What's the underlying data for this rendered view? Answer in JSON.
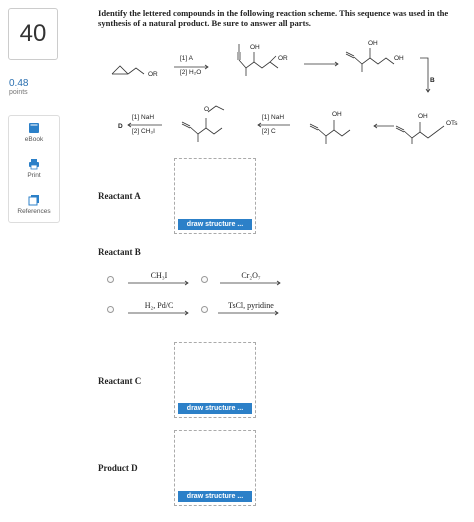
{
  "question": {
    "number": "40",
    "points_value": "0.48",
    "points_label": "points",
    "prompt": "Identify the lettered compounds in the following reaction scheme. This sequence was used in the synthesis of a natural product. Be sure to answer all parts."
  },
  "tools": [
    {
      "label": "eBook",
      "icon": "book-icon"
    },
    {
      "label": "Print",
      "icon": "printer-icon"
    },
    {
      "label": "References",
      "icon": "references-icon"
    }
  ],
  "scheme": {
    "or_label": "OR",
    "oh_label": "OH",
    "ots_label": "OTs",
    "o_label": "O",
    "step1": {
      "line1": "[1] A",
      "line2": "[2] H₂O"
    },
    "step_b_label": "B",
    "step3": {
      "line1": "[1] NaH",
      "line2": "[2] C"
    },
    "step4": {
      "line1": "[1] NaH",
      "line2": "[2] CH₃I"
    },
    "product_label": "D"
  },
  "reactants": {
    "a_label": "Reactant A",
    "b_label": "Reactant B",
    "c_label": "Reactant C",
    "d_label": "Product D",
    "draw_label": "draw structure ..."
  },
  "choices": [
    {
      "reagent": "CH₃I"
    },
    {
      "reagent": "Cr₂O₇"
    },
    {
      "reagent": "H₂, Pd/C"
    },
    {
      "reagent": "TsCl, pyridine"
    }
  ]
}
